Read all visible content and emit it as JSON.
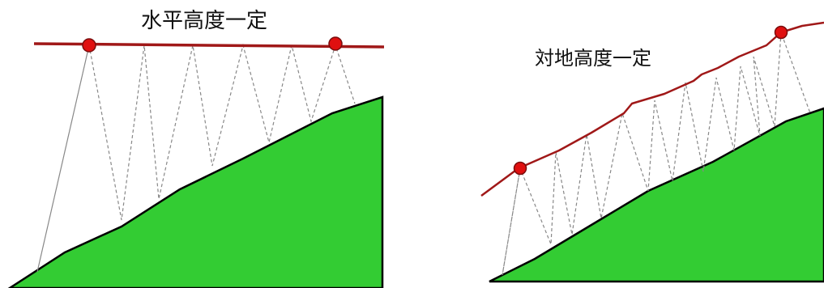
{
  "left_panel": {
    "title": "水平高度一定",
    "colors": {
      "ground": "#33cc33",
      "ground_outline": "#000000",
      "flight_line": "#a01818",
      "waypoint": "#e01010",
      "scan_line": "#888888"
    },
    "icons": [
      "waypoint-marker",
      "waypoint-marker"
    ]
  },
  "right_panel": {
    "title": "対地高度一定",
    "colors": {
      "ground": "#33cc33",
      "ground_outline": "#000000",
      "flight_line": "#a01818",
      "waypoint": "#e01010",
      "scan_line": "#888888"
    },
    "icons": [
      "waypoint-marker",
      "waypoint-marker"
    ]
  }
}
